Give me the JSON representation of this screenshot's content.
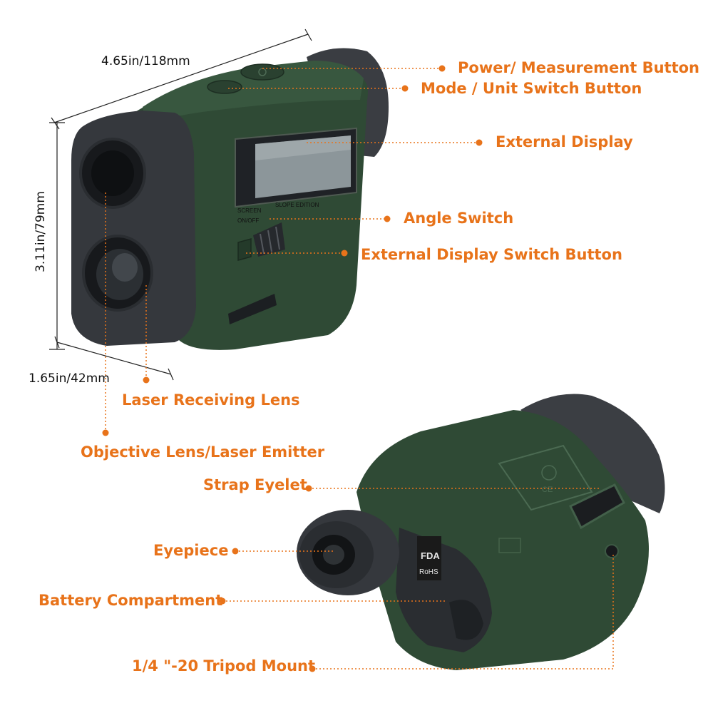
{
  "colors": {
    "callout": "#e8731a",
    "body": "#2f4a35",
    "rubber": "#33363b",
    "dimension_text": "#111111"
  },
  "dimensions": {
    "length": "4.65in/118mm",
    "height": "3.11in/79mm",
    "width": "1.65in/42mm"
  },
  "callouts": {
    "power_button": "Power/ Measurement Button",
    "mode_button": "Mode / Unit Switch Button",
    "external_display": "External Display",
    "angle_switch": "Angle Switch",
    "display_switch": "External Display Switch Button",
    "receiving_lens": "Laser Receiving Lens",
    "objective_lens": "Objective Lens/Laser Emitter",
    "strap_eyelet": "Strap Eyelet",
    "eyepiece": "Eyepiece",
    "battery": "Battery Compartment",
    "tripod": "1/4 \"-20 Tripod Mount"
  },
  "device_labels": {
    "screen_on_off_1": "SCREEN",
    "screen_on_off_2": "ON/OFF",
    "slope_edition": "SLOPE EDITION",
    "fda": "FDA",
    "rohs": "RoHS",
    "ce": "CE"
  }
}
